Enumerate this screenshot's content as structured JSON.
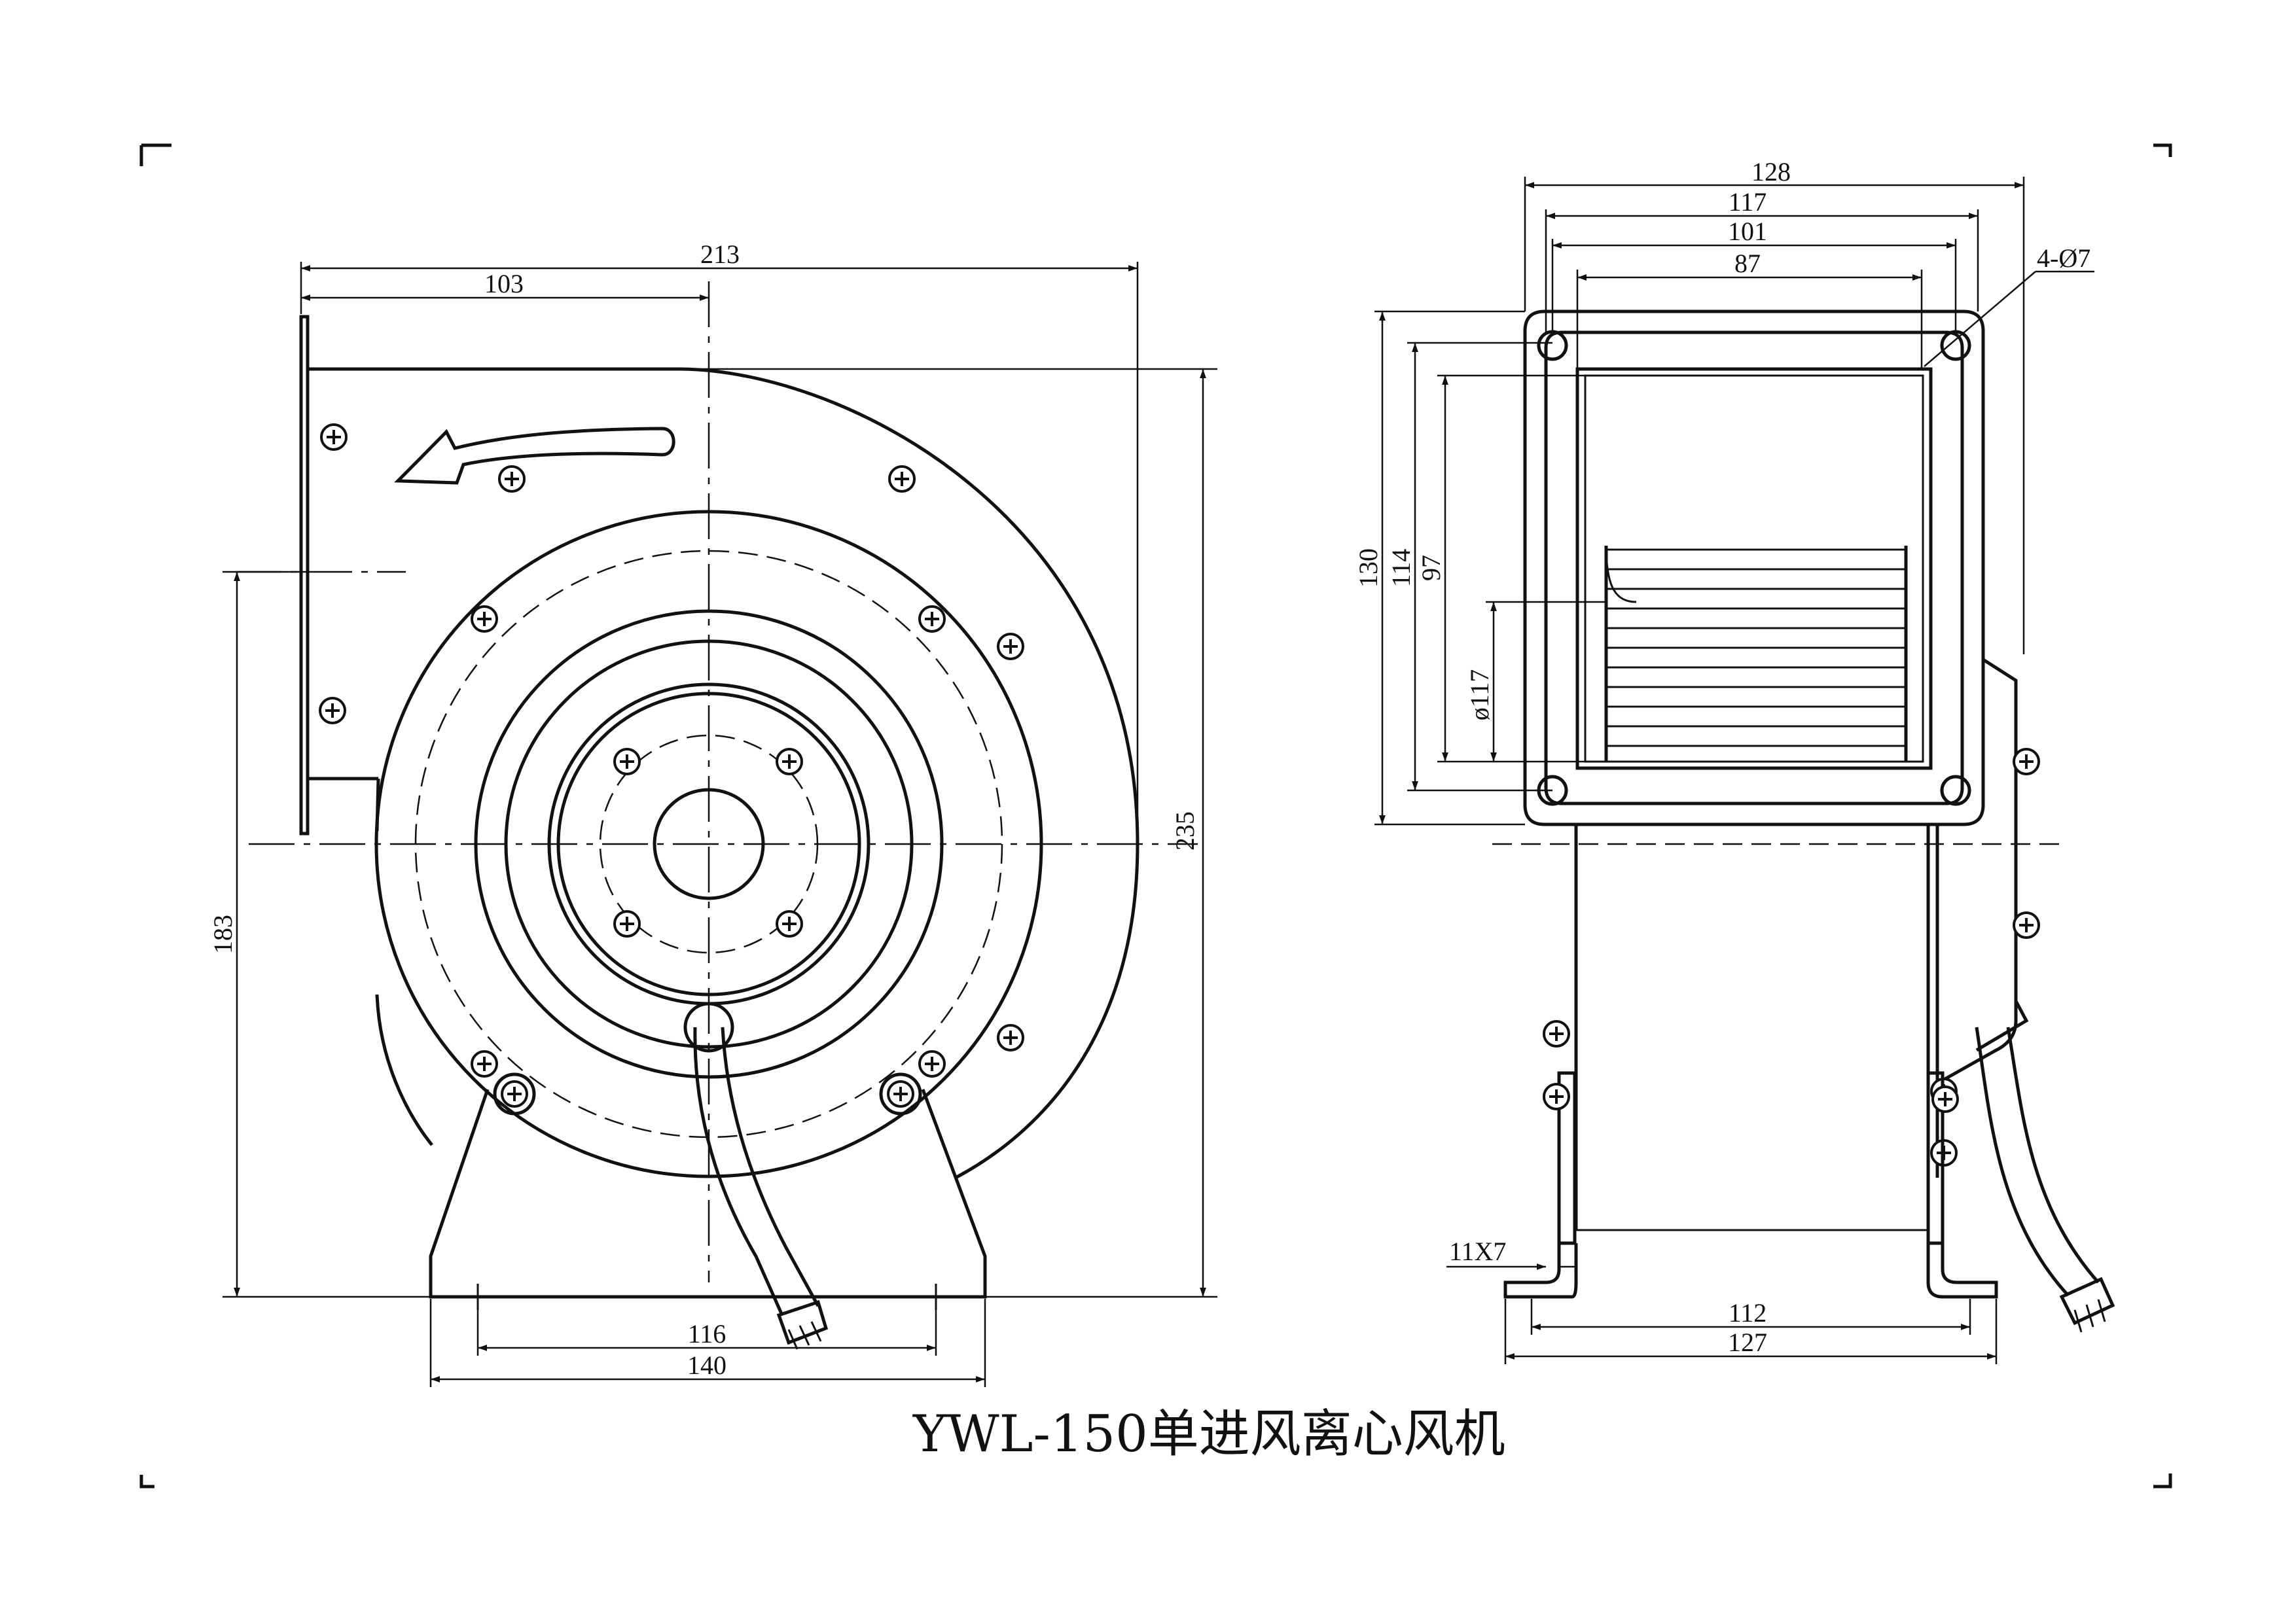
{
  "title": "YWL-150单进风离心风机",
  "front_view": {
    "dims": {
      "overall_width": "213",
      "axis_from_left": "103",
      "overall_height": "235",
      "axis_height": "183",
      "base_hole_spacing": "116",
      "base_width": "140"
    }
  },
  "side_view": {
    "dims": {
      "flange_width": "128",
      "flange_inner": "117",
      "hole_spacing": "101",
      "outlet_width": "87",
      "flange_height": "130",
      "flange_inner_height": "114",
      "outlet_height": "97",
      "impeller_diameter": "ø117",
      "holes": "4-Ø7",
      "slot": "11X7",
      "base_hole_spacing": "112",
      "base_width": "127"
    }
  }
}
